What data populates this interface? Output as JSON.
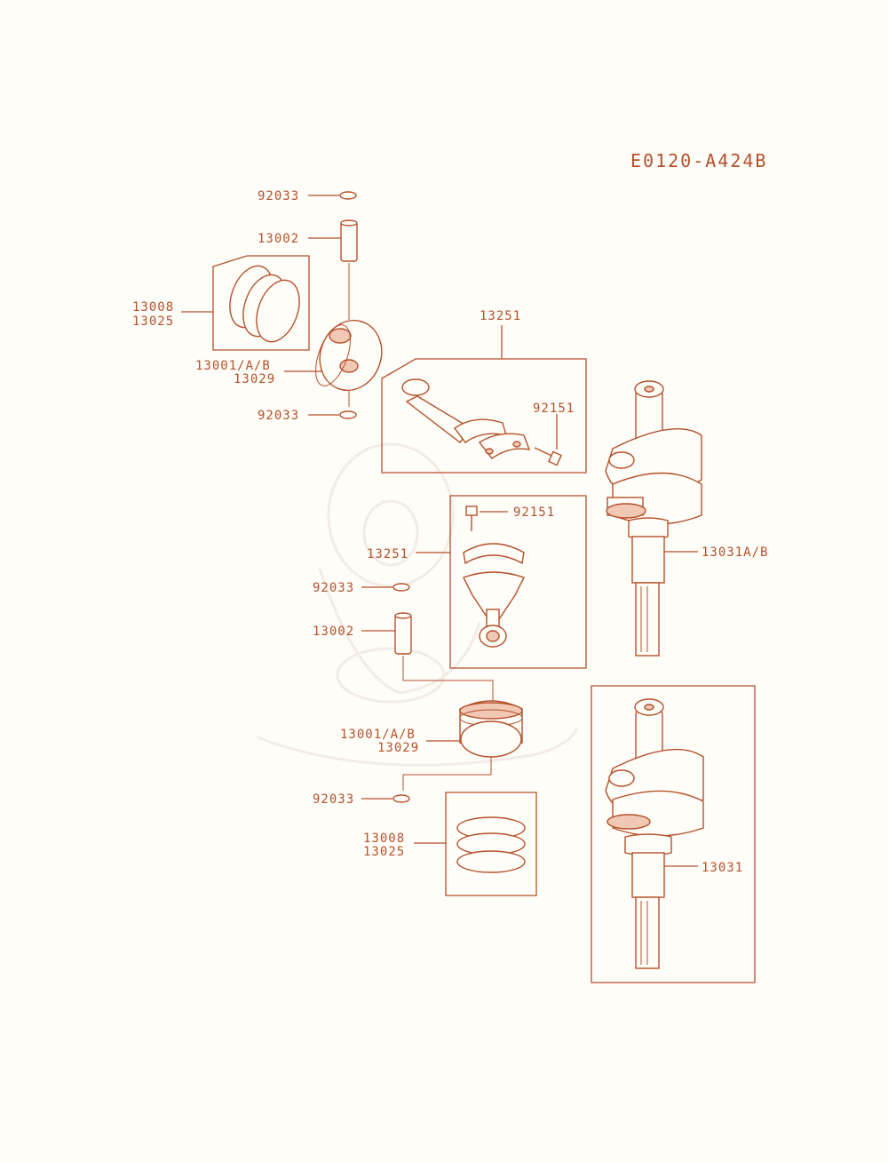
{
  "diagram_code": "E0120-A424B",
  "colors": {
    "ink": "#b4502a",
    "paper": "#fffdf8",
    "shade": "#f0c8b4"
  },
  "labels": {
    "circlip_top_1": "92033",
    "pin_top": "13002",
    "rings_top_a": "13008",
    "rings_top_b": "13025",
    "piston_top_a": "13001/A/B",
    "piston_top_b": "13029",
    "circlip_top_2": "92033",
    "rod_top": "13251",
    "bolt_top": "92151",
    "bolt_mid": "92151",
    "rod_mid": "13251",
    "crankshaft_top": "13031A/B",
    "circlip_mid_1": "92033",
    "pin_mid": "13002",
    "piston_mid_a": "13001/A/B",
    "piston_mid_b": "13029",
    "circlip_mid_2": "92033",
    "rings_bot_a": "13008",
    "rings_bot_b": "13025",
    "crankshaft_bot": "13031"
  }
}
